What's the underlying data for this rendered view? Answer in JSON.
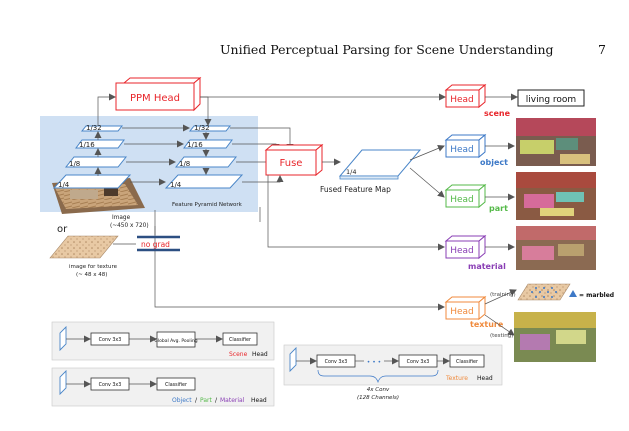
{
  "header": {
    "running_title": "Unified Perceptual Parsing for Scene Understanding",
    "page_number": "7"
  },
  "colors": {
    "scene": "#e8262b",
    "object": "#3d79c7",
    "part": "#54b948",
    "material": "#8a3fb5",
    "texture": "#f08a3c",
    "pyramid_edge": "#4a86c8",
    "backbone_panel": "#cfe0f3"
  },
  "backbone": {
    "scales": [
      "1/32",
      "1/16",
      "1/8",
      "1/4"
    ],
    "image_label": "Image",
    "image_size": "(~450 x 720)",
    "or_label": "or",
    "texture_image_label": "image for texture",
    "texture_image_size": "(~ 48 x 48)",
    "no_grad_label": "no grad"
  },
  "fpn": {
    "scales": [
      "1/32",
      "1/16",
      "1/8",
      "1/4"
    ],
    "label": "Feature Pyramid Network"
  },
  "ppm_head": {
    "label": "PPM Head"
  },
  "fuse": {
    "label": "Fuse"
  },
  "fused_map": {
    "scale": "1/4",
    "label": "Fused Feature Map"
  },
  "heads": [
    {
      "label": "Head",
      "task": "scene"
    },
    {
      "label": "Head",
      "task": "object"
    },
    {
      "label": "Head",
      "task": "part"
    },
    {
      "label": "Head",
      "task": "material"
    },
    {
      "label": "Head",
      "task": "texture"
    }
  ],
  "outputs": {
    "scene_label": "living room",
    "texture_training": "(training)",
    "texture_testing": "(testing)",
    "marbled_legend": "= marbled"
  },
  "legend_scene": {
    "boxes": [
      "Conv 3x3",
      "Global Avg. Pooling",
      "Classifier"
    ],
    "caption_word": "Scene",
    "caption_suffix": "Head"
  },
  "legend_object": {
    "boxes": [
      "Conv 3x3",
      "Classifier"
    ],
    "caption_object": "Object",
    "caption_part": "Part",
    "caption_material": "Material",
    "caption_sep": "/",
    "caption_suffix": "Head"
  },
  "legend_texture": {
    "boxes": [
      "Conv 3x3",
      "Conv 3x3",
      "Classifier"
    ],
    "dots": "• • •",
    "caption_word": "Texture",
    "caption_suffix": "Head",
    "note_line1": "4x Conv",
    "note_line2": "(128 Channels)"
  }
}
